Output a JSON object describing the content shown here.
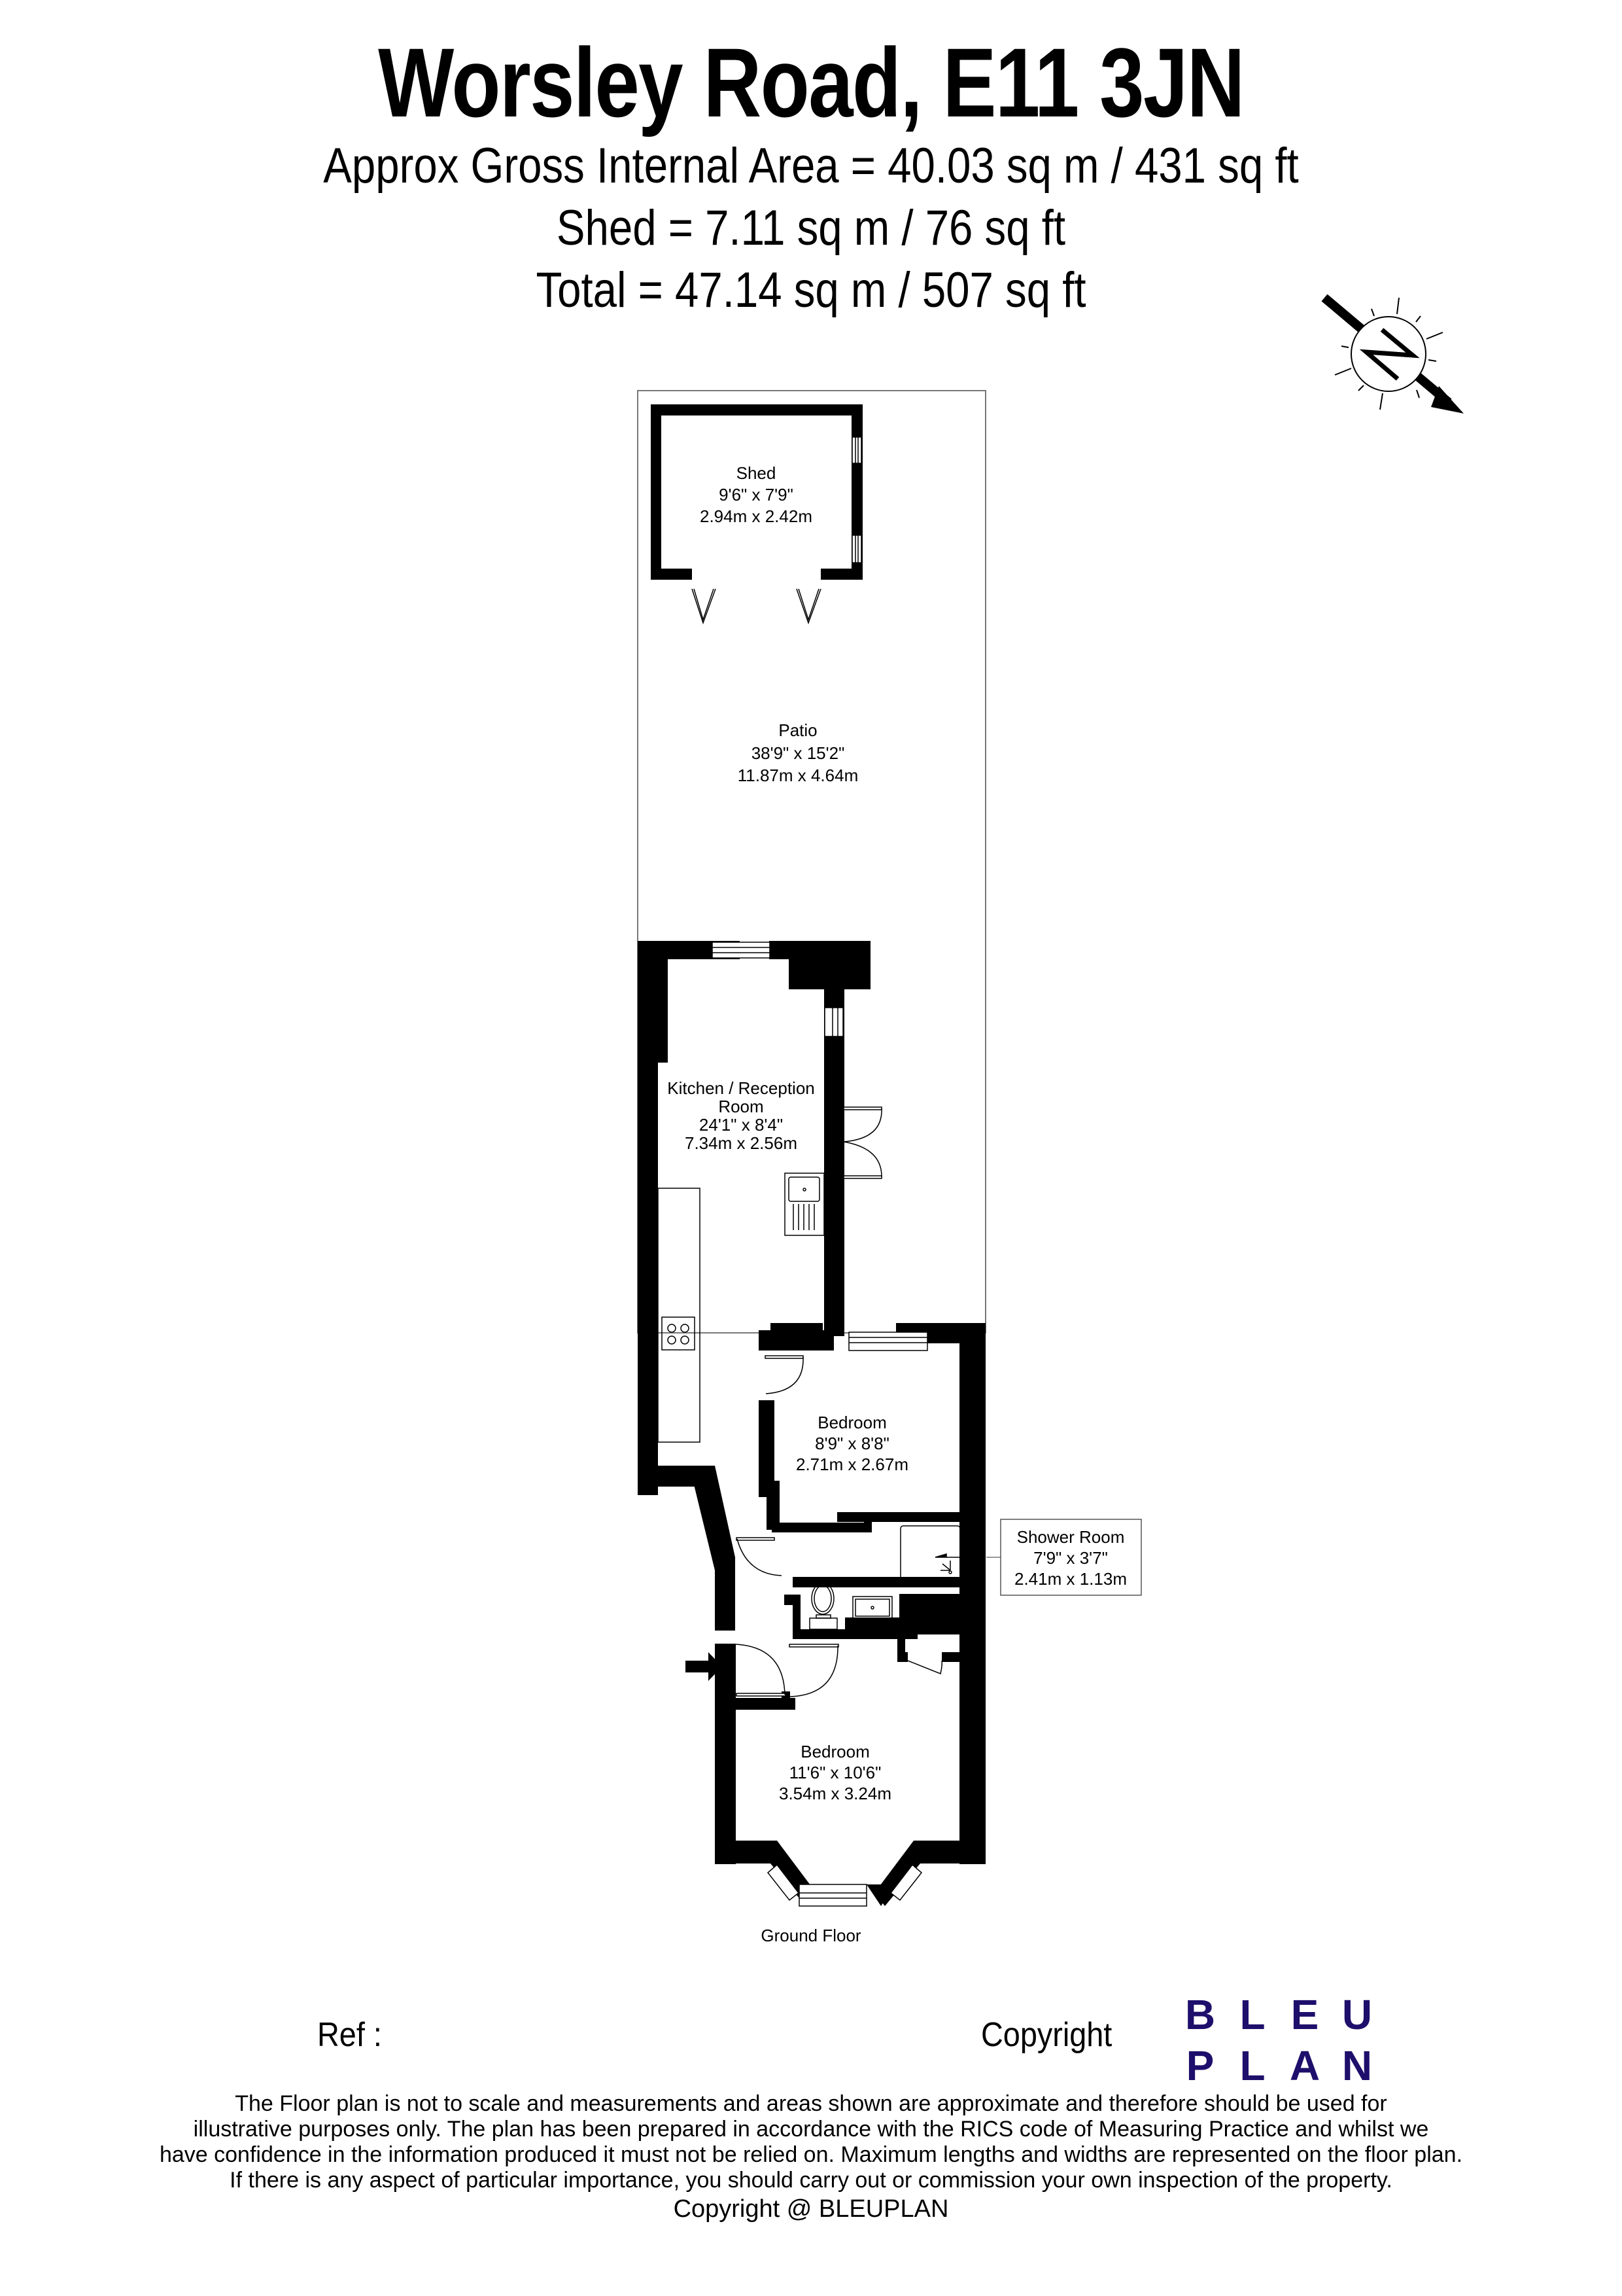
{
  "header": {
    "title": "Worsley Road, E11 3JN",
    "gross_internal_area": "Approx Gross Internal Area = 40.03 sq m / 431 sq ft",
    "shed_area": "Shed = 7.11 sq m / 76 sq ft",
    "total_area": "Total = 47.14 sq m / 507 sq ft"
  },
  "compass": {
    "icon": "north-arrow-icon",
    "label": "N"
  },
  "rooms": {
    "shed": {
      "name": "Shed",
      "imperial": "9'6\" x 7'9\"",
      "metric": "2.94m x 2.42m"
    },
    "patio": {
      "name": "Patio",
      "imperial": "38'9\" x 15'2\"",
      "metric": "11.87m x 4.64m"
    },
    "kitchen": {
      "name_line1": "Kitchen / Reception",
      "name_line2": "Room",
      "imperial": "24'1\" x 8'4\"",
      "metric": "7.34m x 2.56m"
    },
    "bedroom1": {
      "name": "Bedroom",
      "imperial": "8'9\" x 8'8\"",
      "metric": "2.71m x 2.67m"
    },
    "shower": {
      "name": "Shower Room",
      "imperial": "7'9\" x 3'7\"",
      "metric": "2.41m x 1.13m"
    },
    "bedroom2": {
      "name": "Bedroom",
      "imperial": "11'6\" x 10'6\"",
      "metric": "3.54m x 3.24m"
    }
  },
  "floor_label": "Ground Floor",
  "footer": {
    "ref_label": "Ref  :",
    "copyright_label": "Copyright",
    "logo_row1": [
      "B",
      "L",
      "E",
      "U"
    ],
    "logo_row2": [
      "P",
      "L",
      "A",
      "N"
    ],
    "logo_color": "#1d0f6b",
    "disclaimer": [
      "The Floor plan is not to scale and measurements and areas shown are approximate and therefore should be used for",
      "illustrative purposes only. The plan has been prepared in accordance with the RICS code of Measuring Practice and whilst we",
      "have confidence in the information produced it must not be relied on. Maximum lengths and widths are represented on the floor plan.",
      "If there is any aspect of particular importance, you should carry out or commission your own inspection of the property."
    ],
    "copyright_line": "Copyright @ BLEUPLAN"
  }
}
